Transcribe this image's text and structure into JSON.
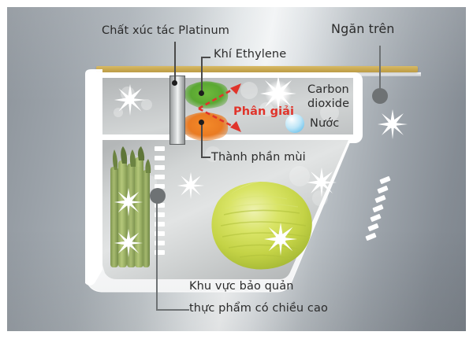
{
  "diagram": {
    "title_implicit": "Refrigerator deodorizing / Platinum catalyst diagram",
    "labels": {
      "catalyst": "Chất xúc tác Platinum",
      "ethylene": "Khí Ethylene",
      "upper_compartment": "Ngăn trên",
      "decompose": "Phân giải",
      "carbon_line1": "Carbon",
      "carbon_line2": "dioxide",
      "water": "Nước",
      "odor": "Thành phần mùi",
      "tall_storage_line1": "Khu vực bảo quản",
      "tall_storage_line2": "thực phẩm có chiều cao"
    },
    "colors": {
      "text": "#2b2b2b",
      "accent_red": "#e0342b",
      "gold_bar": "#cbab53",
      "ethylene_green": "#5aa832",
      "odor_orange": "#ea7b22",
      "door_panel": "#b5b49a",
      "water_blue": "#7cc9ee",
      "cabbage_green": "#c3d34a",
      "asparagus_green": "#8fa85a",
      "marker_gray": "#6e7274",
      "leader_line": "#4a4a4a"
    },
    "elements": {
      "catalyst_block": "platinum-catalyst-strip",
      "ethylene_blob": "green-gas-cloud",
      "odor_blob": "orange-odor-cloud",
      "co2_icon": "white-sparkle",
      "water_icon": "blue-droplet-sphere",
      "produce_left": "asparagus-bundle",
      "produce_right": "cabbage-head",
      "upper_marker": "gray-pin-marker",
      "tall_marker": "gray-pin-marker"
    }
  }
}
